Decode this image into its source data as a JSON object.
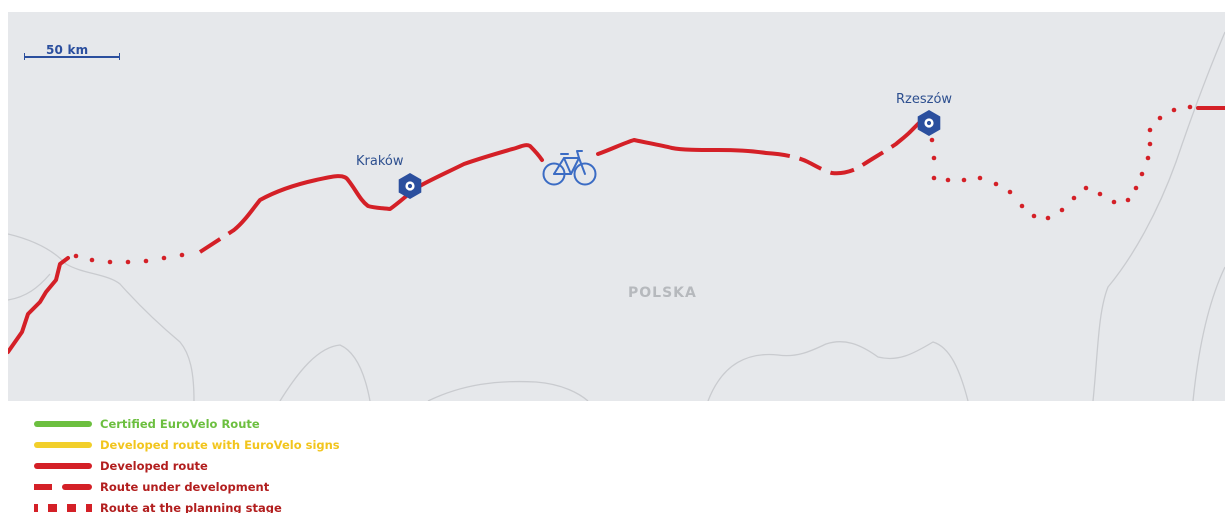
{
  "scale": {
    "label": "50 km"
  },
  "cities": [
    {
      "name": "Kraków"
    },
    {
      "name": "Rzeszów"
    }
  ],
  "country": {
    "name": "POLSKA"
  },
  "legend": [
    {
      "label": "Certified EuroVelo Route",
      "style": "solid",
      "color": "#6cbf3f",
      "text_color": "#6cbf3f"
    },
    {
      "label": "Developed route with EuroVelo signs",
      "style": "solid",
      "color": "#f2cf2a",
      "text_color": "#f2c51d"
    },
    {
      "label": "Developed route",
      "style": "solid",
      "color": "#d42027",
      "text_color": "#b21e1e"
    },
    {
      "label": "Route under development",
      "style": "dashed",
      "color": "#d42027",
      "text_color": "#b21e1e"
    },
    {
      "label": "Route at the planning stage",
      "style": "dotted",
      "color": "#d42027",
      "text_color": "#b21e1e"
    }
  ],
  "colors": {
    "route": "#d42027",
    "marker": "#2b4f9e",
    "land": "#e6e8eb",
    "border": "#c8cace"
  },
  "icons": {
    "city_marker": "hexagon-marker-icon",
    "route_logo": "bicycle-icon"
  }
}
